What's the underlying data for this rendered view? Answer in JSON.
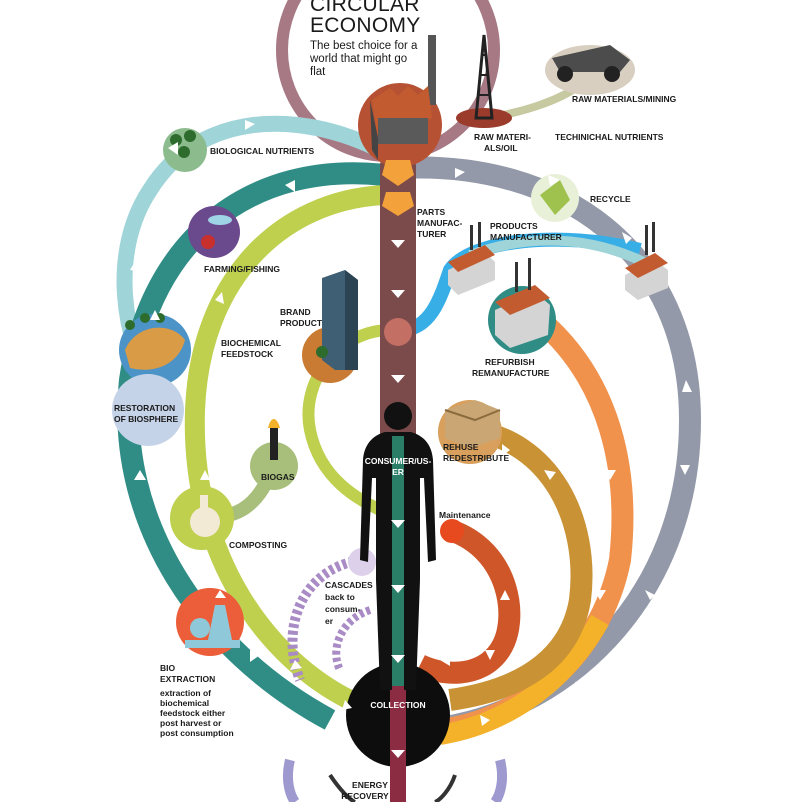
{
  "header": {
    "title_line1": "CIRCULAR",
    "title_line2": "ECONOMY",
    "subtitle": "The best choice for a world that might go flat"
  },
  "labels": {
    "raw_materials_mining": "RAW MATERIALS/MINING",
    "raw_materials_oil_1": "RAW MATERI-",
    "raw_materials_oil_2": "ALS/OIL",
    "technical_nutrients": "TECHINICHAL NUTRIENTS",
    "biological_nutrients": "BIOLOGICAL NUTRIENTS",
    "recycle": "RECYCLE",
    "parts_1": "PARTS",
    "parts_2": "MANUFAC-",
    "parts_3": "TURER",
    "products_1": "PRODUCTS",
    "products_2": "MANUFACTURER",
    "farming_fishing": "FARMING/FISHING",
    "brand_1": "BRAND",
    "brand_2": "PRODUCT",
    "biochemical_1": "BIOCHEMICAL",
    "biochemical_2": "FEEDSTOCK",
    "refurbish_1": "REFURBISH",
    "refurbish_2": "REMANUFACTURE",
    "restoration_1": "RESTORATION",
    "restoration_2": "OF BIOSPHERE",
    "rehuse_1": "REHUSE",
    "rehuse_2": "REDESTRIBUTE",
    "consumer_1": "CONSUMER/US-",
    "consumer_2": "ER",
    "biogas": "BIOGAS",
    "maintenance": "Maintenance",
    "composting": "COMPOSTING",
    "cascades_1": "CASCADES",
    "cascades_2": "back to",
    "cascades_3": "consum-",
    "cascades_4": "er",
    "bio_extraction_1": "BIO",
    "bio_extraction_2": "EXTRACTION",
    "bio_desc_1": "extraction of",
    "bio_desc_2": "biochemical",
    "bio_desc_3": "feedstock either",
    "bio_desc_4": "post harvest or",
    "bio_desc_5": "post consumption",
    "collection": "COLLECTION",
    "energy_1": "ENERGY",
    "energy_2": "RECOVERY"
  },
  "colors": {
    "technical_loop": "#8d93a3",
    "biological_loop": "#9fd4d8",
    "teal_loop": "#2f8d86",
    "lime_loop": "#bfcf4e",
    "orange_loop": "#f0924c",
    "ochre_loop": "#c99234",
    "rust_loop": "#cf5629",
    "blue_loop": "#38aee6",
    "mauve_ring": "#a77985",
    "stem": "#7b4a4a",
    "cascade": "#a98bc5",
    "silhouette": "#111111"
  }
}
